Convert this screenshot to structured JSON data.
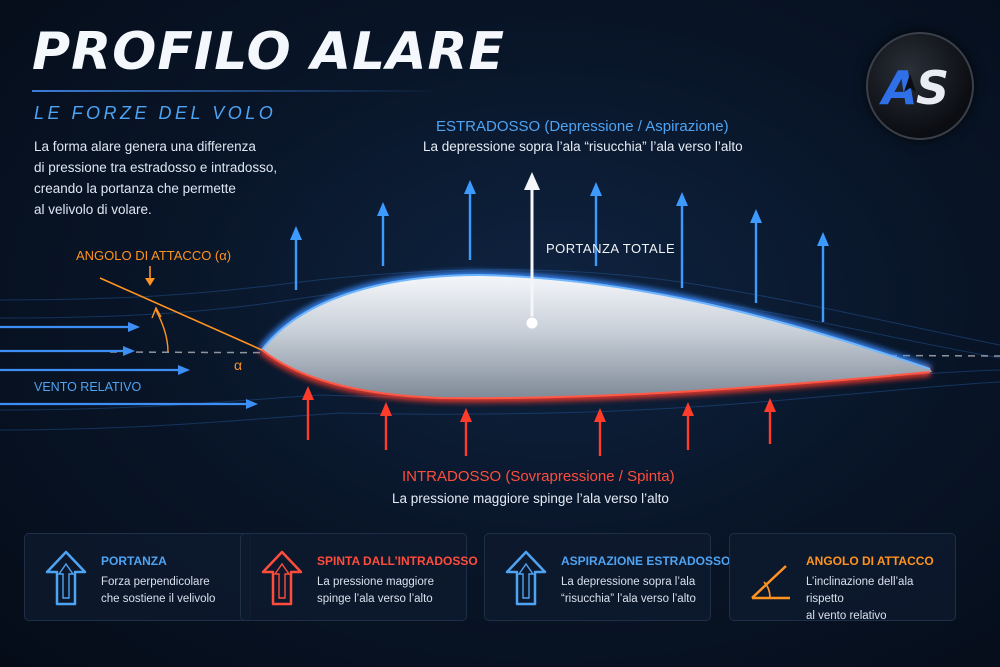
{
  "title": "PROFILO ALARE",
  "subtitle": "LE FORZE DEL VOLO",
  "intro_lines": [
    "La forma alare genera una differenza",
    "di pressione tra estradosso e intradosso,",
    "creando la portanza che permette",
    "al velivolo di volare."
  ],
  "logo": {
    "text": "AS",
    "icon": "airplane-logo-icon"
  },
  "extrados": {
    "heading": "ESTRADOSSO (Depressione / Aspirazione)",
    "description": "La depressione sopra l’ala “risucchia” l’ala verso l’alto"
  },
  "intrados": {
    "heading": "INTRADOSSO (Sovrapressione / Spinta)",
    "description": "La pressione maggiore spinge l’ala verso l’alto"
  },
  "lift_label": "PORTANZA TOTALE",
  "angle_label": "ANGOLO DI ATTACCO (α)",
  "alpha_symbol": "α",
  "wind_label": "VENTO RELATIVO",
  "colors": {
    "blue": "#4ea3f2",
    "red": "#ff4d3d",
    "orange": "#ff9320",
    "white": "#f1f4f8"
  },
  "cards": [
    {
      "title": "PORTANZA",
      "lines": [
        "Forza perpendicolare",
        "che sostiene il velivolo"
      ],
      "icon": "up-arrow-blue-icon",
      "color": "#4ea3f2"
    },
    {
      "title": "SPINTA DALL’INTRADOSSO",
      "lines": [
        "La pressione maggiore",
        "spinge l’ala verso l’alto"
      ],
      "icon": "up-arrow-red-icon",
      "color": "#ff4d3d"
    },
    {
      "title": "ASPIRAZIONE ESTRADOSSO",
      "lines": [
        "La depressione sopra l’ala",
        "“risucchia” l’ala verso l’alto"
      ],
      "icon": "up-arrow-blue-icon",
      "color": "#4ea3f2"
    },
    {
      "title": "ANGOLO DI ATTACCO",
      "lines": [
        "L’inclinazione dell’ala rispetto",
        "al vento relativo"
      ],
      "icon": "angle-icon",
      "color": "#ff9320"
    }
  ]
}
